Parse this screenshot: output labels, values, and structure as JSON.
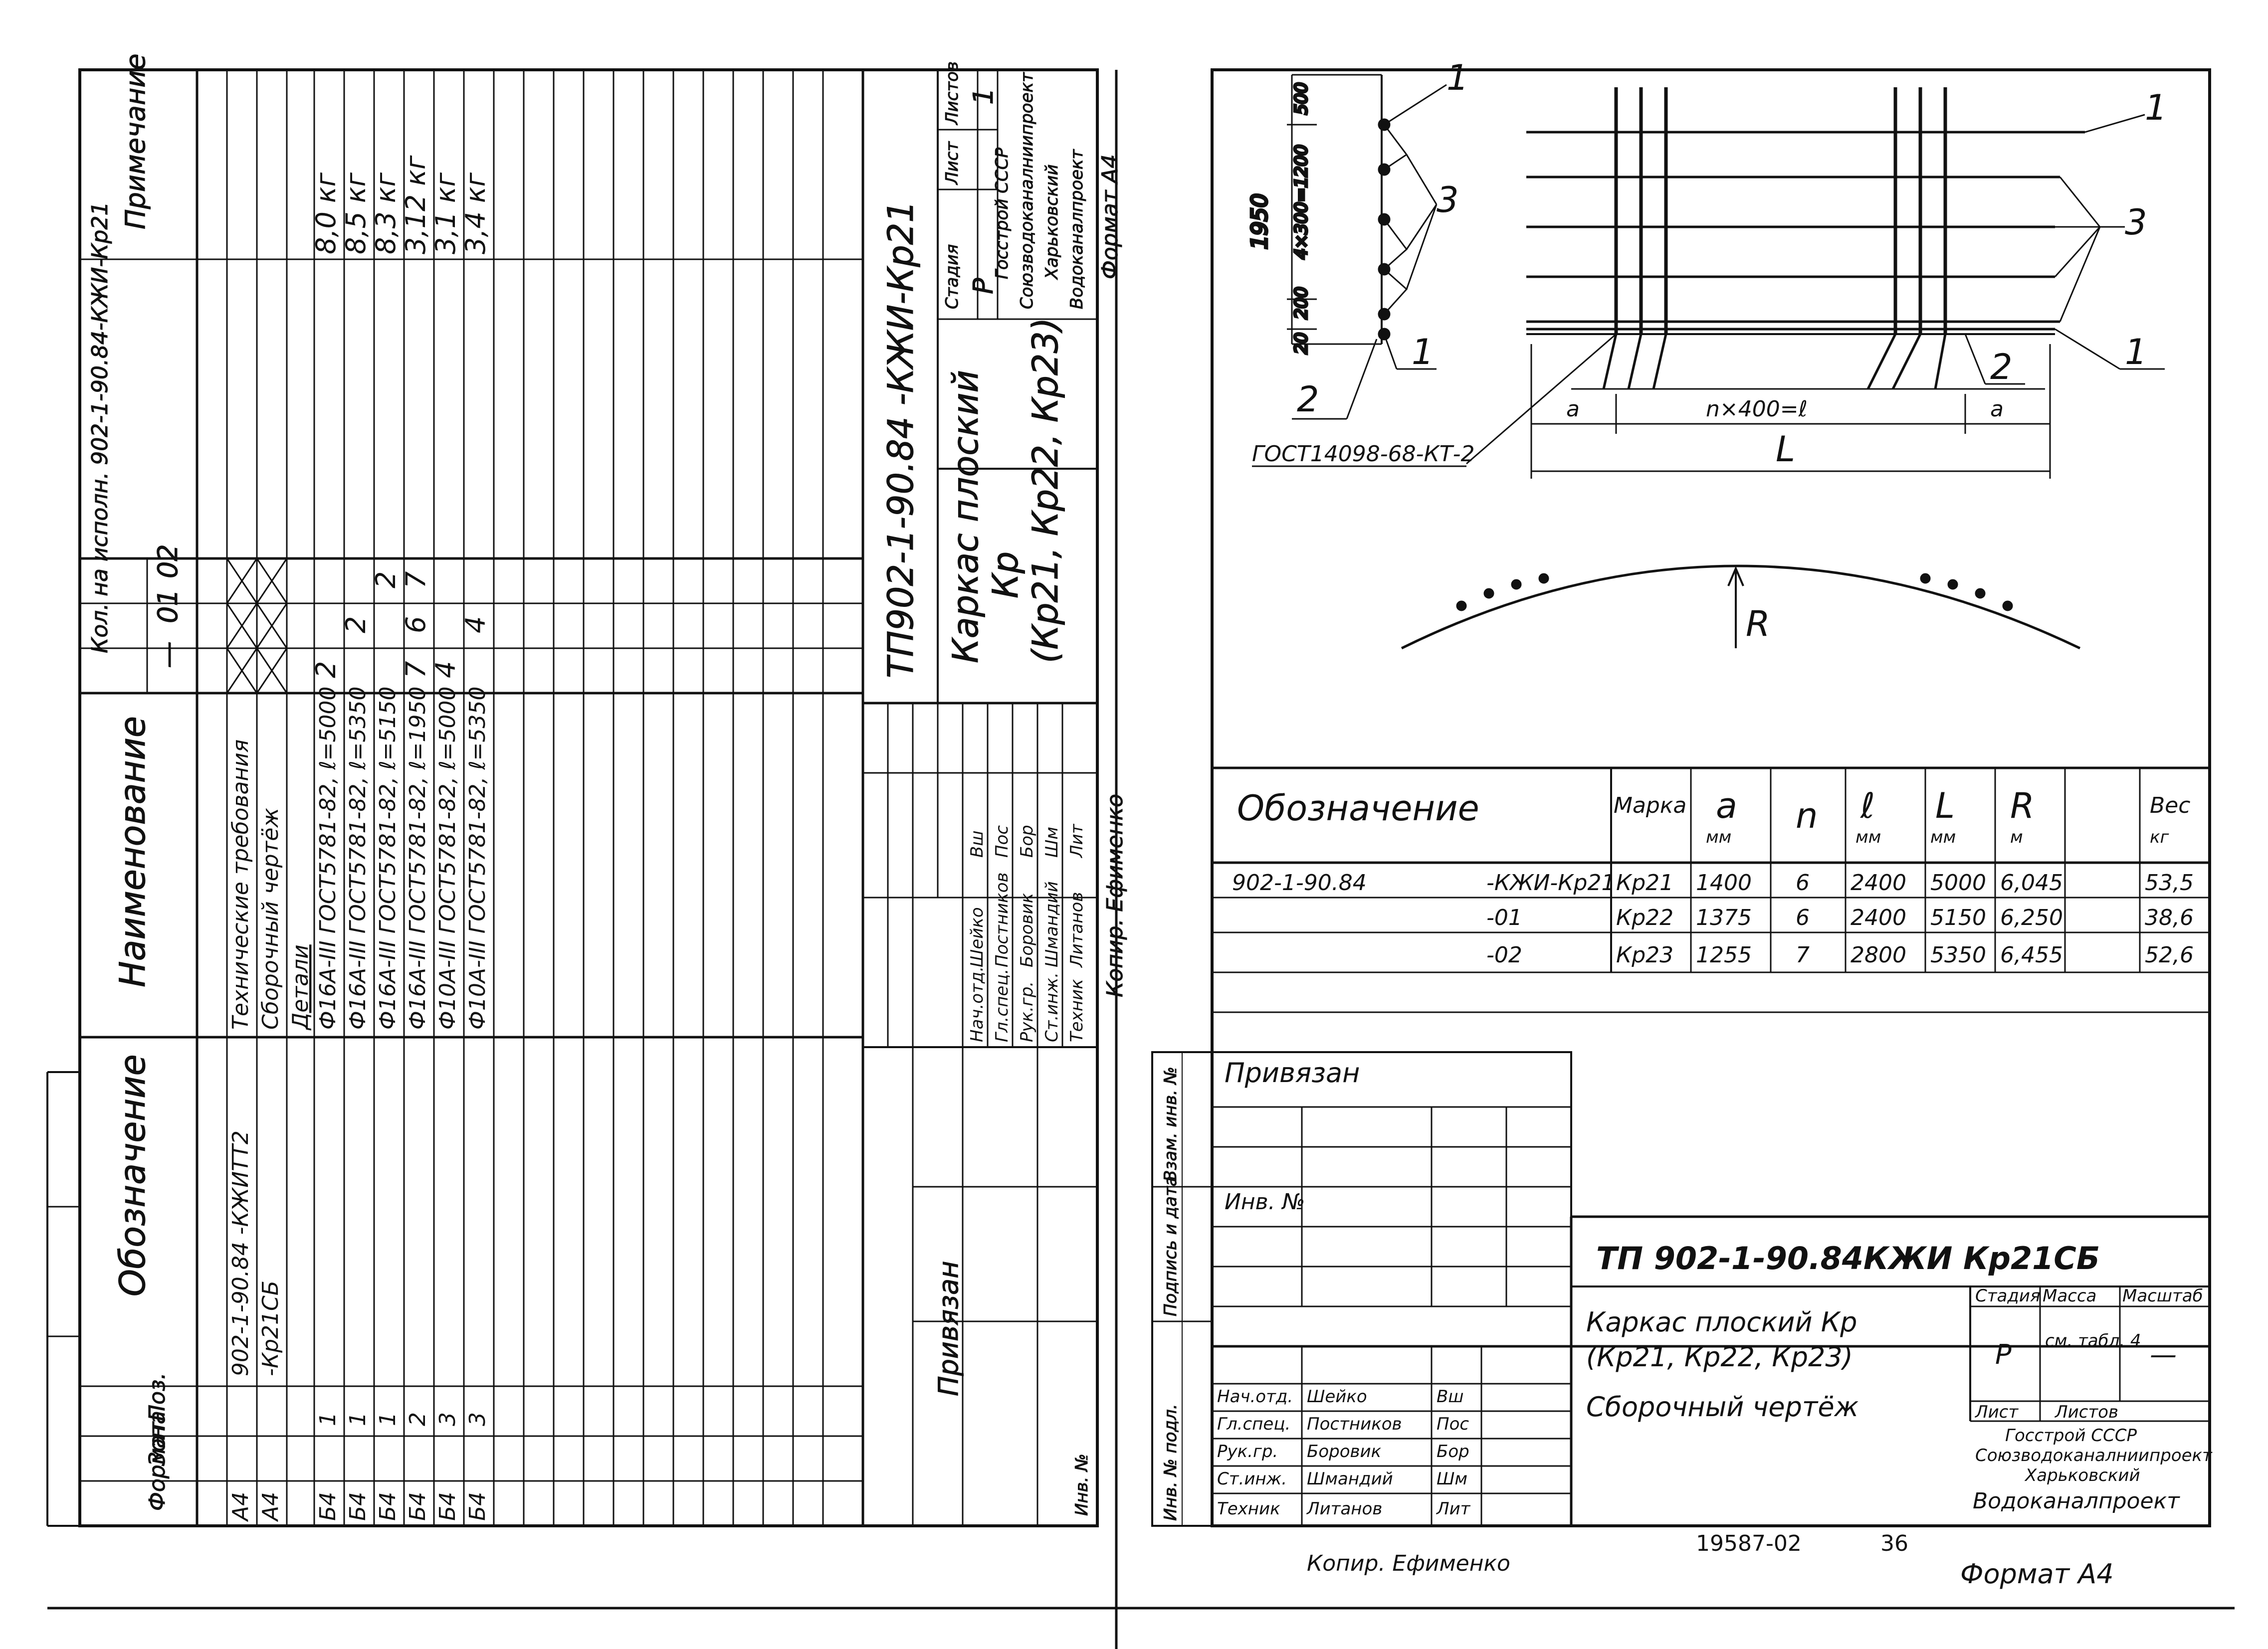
{
  "left_sheet": {
    "spec_headers": {
      "format": "Формат",
      "zone": "Зона",
      "pos": "Поз.",
      "designation": "Обозначение",
      "name": "Наименование",
      "qty": "Кол. на исполн. 902-1-90.84-КЖИ-Кр21",
      "qty_cols": [
        "—",
        "01",
        "02"
      ],
      "note": "Примечание"
    },
    "spec_rows": [
      {
        "format": "А4",
        "pos": "",
        "designation": "902-1-90.84 -КЖИТТ2",
        "name": "Технические требования",
        "q1": "X",
        "q2": "X",
        "q3": "X",
        "note": "",
        "underline": false
      },
      {
        "format": "А4",
        "pos": "",
        "designation": "-Кр21СБ",
        "name": "Сборочный чертёж",
        "q1": "X",
        "q2": "X",
        "q3": "X",
        "note": "",
        "underline": false
      },
      {
        "format": "",
        "pos": "",
        "designation": "",
        "name": "Детали",
        "q1": "",
        "q2": "",
        "q3": "",
        "note": "",
        "underline": true
      },
      {
        "format": "Б4",
        "pos": "1",
        "designation": "",
        "name": "Ф16А-III ГОСТ5781-82, ℓ=5000",
        "q1": "2",
        "q2": "",
        "q3": "",
        "note": "8,0 кг",
        "underline": false
      },
      {
        "format": "Б4",
        "pos": "1",
        "designation": "",
        "name": "Ф16А-III ГОСТ5781-82, ℓ=5350",
        "q1": "",
        "q2": "2",
        "q3": "",
        "note": "8,5 кг",
        "underline": false
      },
      {
        "format": "Б4",
        "pos": "1",
        "designation": "",
        "name": "Ф16А-III ГОСТ5781-82, ℓ=5150",
        "q1": "",
        "q2": "",
        "q3": "2",
        "note": "8,3 кг",
        "underline": false
      },
      {
        "format": "Б4",
        "pos": "2",
        "designation": "",
        "name": "Ф16А-III ГОСТ5781-82, ℓ=1950",
        "q1": "7",
        "q2": "6",
        "q3": "7",
        "note": "3,12 кг",
        "underline": false
      },
      {
        "format": "Б4",
        "pos": "3",
        "designation": "",
        "name": "Ф10А-III ГОСТ5781-82, ℓ=5000",
        "q1": "4",
        "q2": "",
        "q3": "",
        "note": "3,1 кг",
        "underline": false
      },
      {
        "format": "Б4",
        "pos": "3",
        "designation": "",
        "name": "Ф10А-III ГОСТ5781-82, ℓ=5350",
        "q1": "",
        "q2": "4",
        "q3": "",
        "note": "3,4 кг",
        "underline": false
      }
    ],
    "title_code": "ТП902-1-90.84 -КЖИ-Кр21",
    "title_name": [
      "Каркас плоский",
      "Кр",
      "(Кр21, Кр22, Кр23)"
    ],
    "stage_headers": [
      "Стадия",
      "Лист",
      "Листов"
    ],
    "stage_values": [
      "Р",
      "",
      "1"
    ],
    "org": [
      "Госстрой СССР",
      "Союзводоканалниипроект",
      "Харьковский",
      "Водоканалпроект"
    ],
    "format": "Формат А4",
    "signatures": [
      {
        "role": "Нач.отд.",
        "name": "Шейко",
        "sig": "Вш"
      },
      {
        "role": "Гл.спец.",
        "name": "Постников",
        "sig": "Пос"
      },
      {
        "role": "Рук.гр.",
        "name": "Боровик",
        "sig": "Бор"
      },
      {
        "role": "Ст.инж.",
        "name": "Шмандий",
        "sig": "Шм"
      },
      {
        "role": "Техник",
        "name": "Литанов",
        "sig": "Лит"
      }
    ],
    "copy_note": "Копир. Ефименко",
    "privyazan": "Привязан",
    "inv": "Инв. №"
  },
  "right_sheet": {
    "drawing_labels": {
      "dim_1950": "1950",
      "dim_500": "500",
      "dim_4x300": "4×300=1200",
      "dim_200": "200",
      "dim_20": "20",
      "callout_1": "1",
      "callout_2": "2",
      "callout_3": "3",
      "weld": "ГОСТ14098-68-КТ-2",
      "a": "a",
      "nl": "n×400=ℓ",
      "L": "L",
      "R": "R"
    },
    "table_headers": {
      "designation": "Обозначение",
      "mark": "Марка",
      "a": "a",
      "n": "n",
      "l": "ℓ",
      "L": "L",
      "R": "R",
      "weight": "Вес",
      "mm": "мм",
      "m": "м",
      "kg": "кг"
    },
    "table_rows": [
      {
        "designation": "902-1-90.84",
        "suffix": "-КЖИ-Кр21",
        "mark": "Кр21",
        "a": "1400",
        "n": "6",
        "l": "2400",
        "L": "5000",
        "R": "6,045",
        "weight": "53,5"
      },
      {
        "designation": "",
        "suffix": "-01",
        "mark": "Кр22",
        "a": "1375",
        "n": "6",
        "l": "2400",
        "L": "5150",
        "R": "6,250",
        "weight": "38,6"
      },
      {
        "designation": "",
        "suffix": "-02",
        "mark": "Кр23",
        "a": "1255",
        "n": "7",
        "l": "2800",
        "L": "5350",
        "R": "6,455",
        "weight": "52,6"
      }
    ],
    "privyazan": "Привязан",
    "inv": "Инв. №",
    "side_labels": [
      "Инв. № подл.",
      "Подпись и дата",
      "Взам. инв. №"
    ],
    "title_code": "ТП 902-1-90.84КЖИ Кр21СБ",
    "title_name": [
      "Каркас плоский Кр",
      "(Кр21, Кр22, Кр23)",
      "Сборочный чертёж"
    ],
    "stage_headers": [
      "Стадия",
      "Масса",
      "Масштаб"
    ],
    "stage_values": [
      "Р",
      "см. табл. 4",
      "—"
    ],
    "sheet_headers": [
      "Лист",
      "Листов"
    ],
    "org": [
      "Госстрой СССР",
      "Союзводоканалниипроект",
      "Харьковский",
      "Водоканалпроект"
    ],
    "signatures": [
      {
        "role": "Нач.отд.",
        "name": "Шейко",
        "sig": "Вш"
      },
      {
        "role": "Гл.спец.",
        "name": "Постников",
        "sig": "Пос"
      },
      {
        "role": "Рук.гр.",
        "name": "Боровик",
        "sig": "Бор"
      },
      {
        "role": "Ст.инж.",
        "name": "Шмандий",
        "sig": "Шм"
      },
      {
        "role": "Техник",
        "name": "Литанов",
        "sig": "Лит"
      }
    ],
    "doc_number": "19587-02",
    "page_number": "36",
    "copy_note": "Копир. Ефименко",
    "format": "Формат А4"
  }
}
